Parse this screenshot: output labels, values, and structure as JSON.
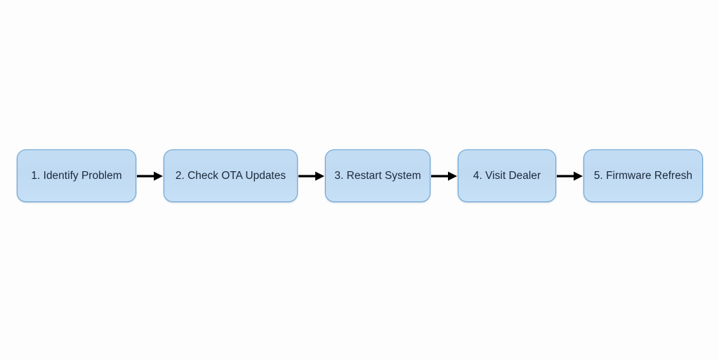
{
  "diagram": {
    "type": "flowchart",
    "orientation": "horizontal",
    "background_color": "#fdfdfd",
    "node_fill_color": "#c2dcf3",
    "node_border_color": "#6ea6d6",
    "node_text_color": "#1b2838",
    "arrow_color": "#000000",
    "nodes": [
      {
        "id": "node-1",
        "label": "1. Identify Problem"
      },
      {
        "id": "node-2",
        "label": "2. Check OTA Updates"
      },
      {
        "id": "node-3",
        "label": "3. Restart System"
      },
      {
        "id": "node-4",
        "label": "4. Visit Dealer"
      },
      {
        "id": "node-5",
        "label": "5. Firmware Refresh"
      }
    ],
    "connectors": [
      {
        "id": "arrow-1",
        "from": "node-1",
        "to": "node-2",
        "style": "solid-arrow-right"
      },
      {
        "id": "arrow-2",
        "from": "node-2",
        "to": "node-3",
        "style": "solid-arrow-right"
      },
      {
        "id": "arrow-3",
        "from": "node-3",
        "to": "node-4",
        "style": "solid-arrow-right"
      },
      {
        "id": "arrow-4",
        "from": "node-4",
        "to": "node-5",
        "style": "solid-arrow-right"
      }
    ]
  }
}
